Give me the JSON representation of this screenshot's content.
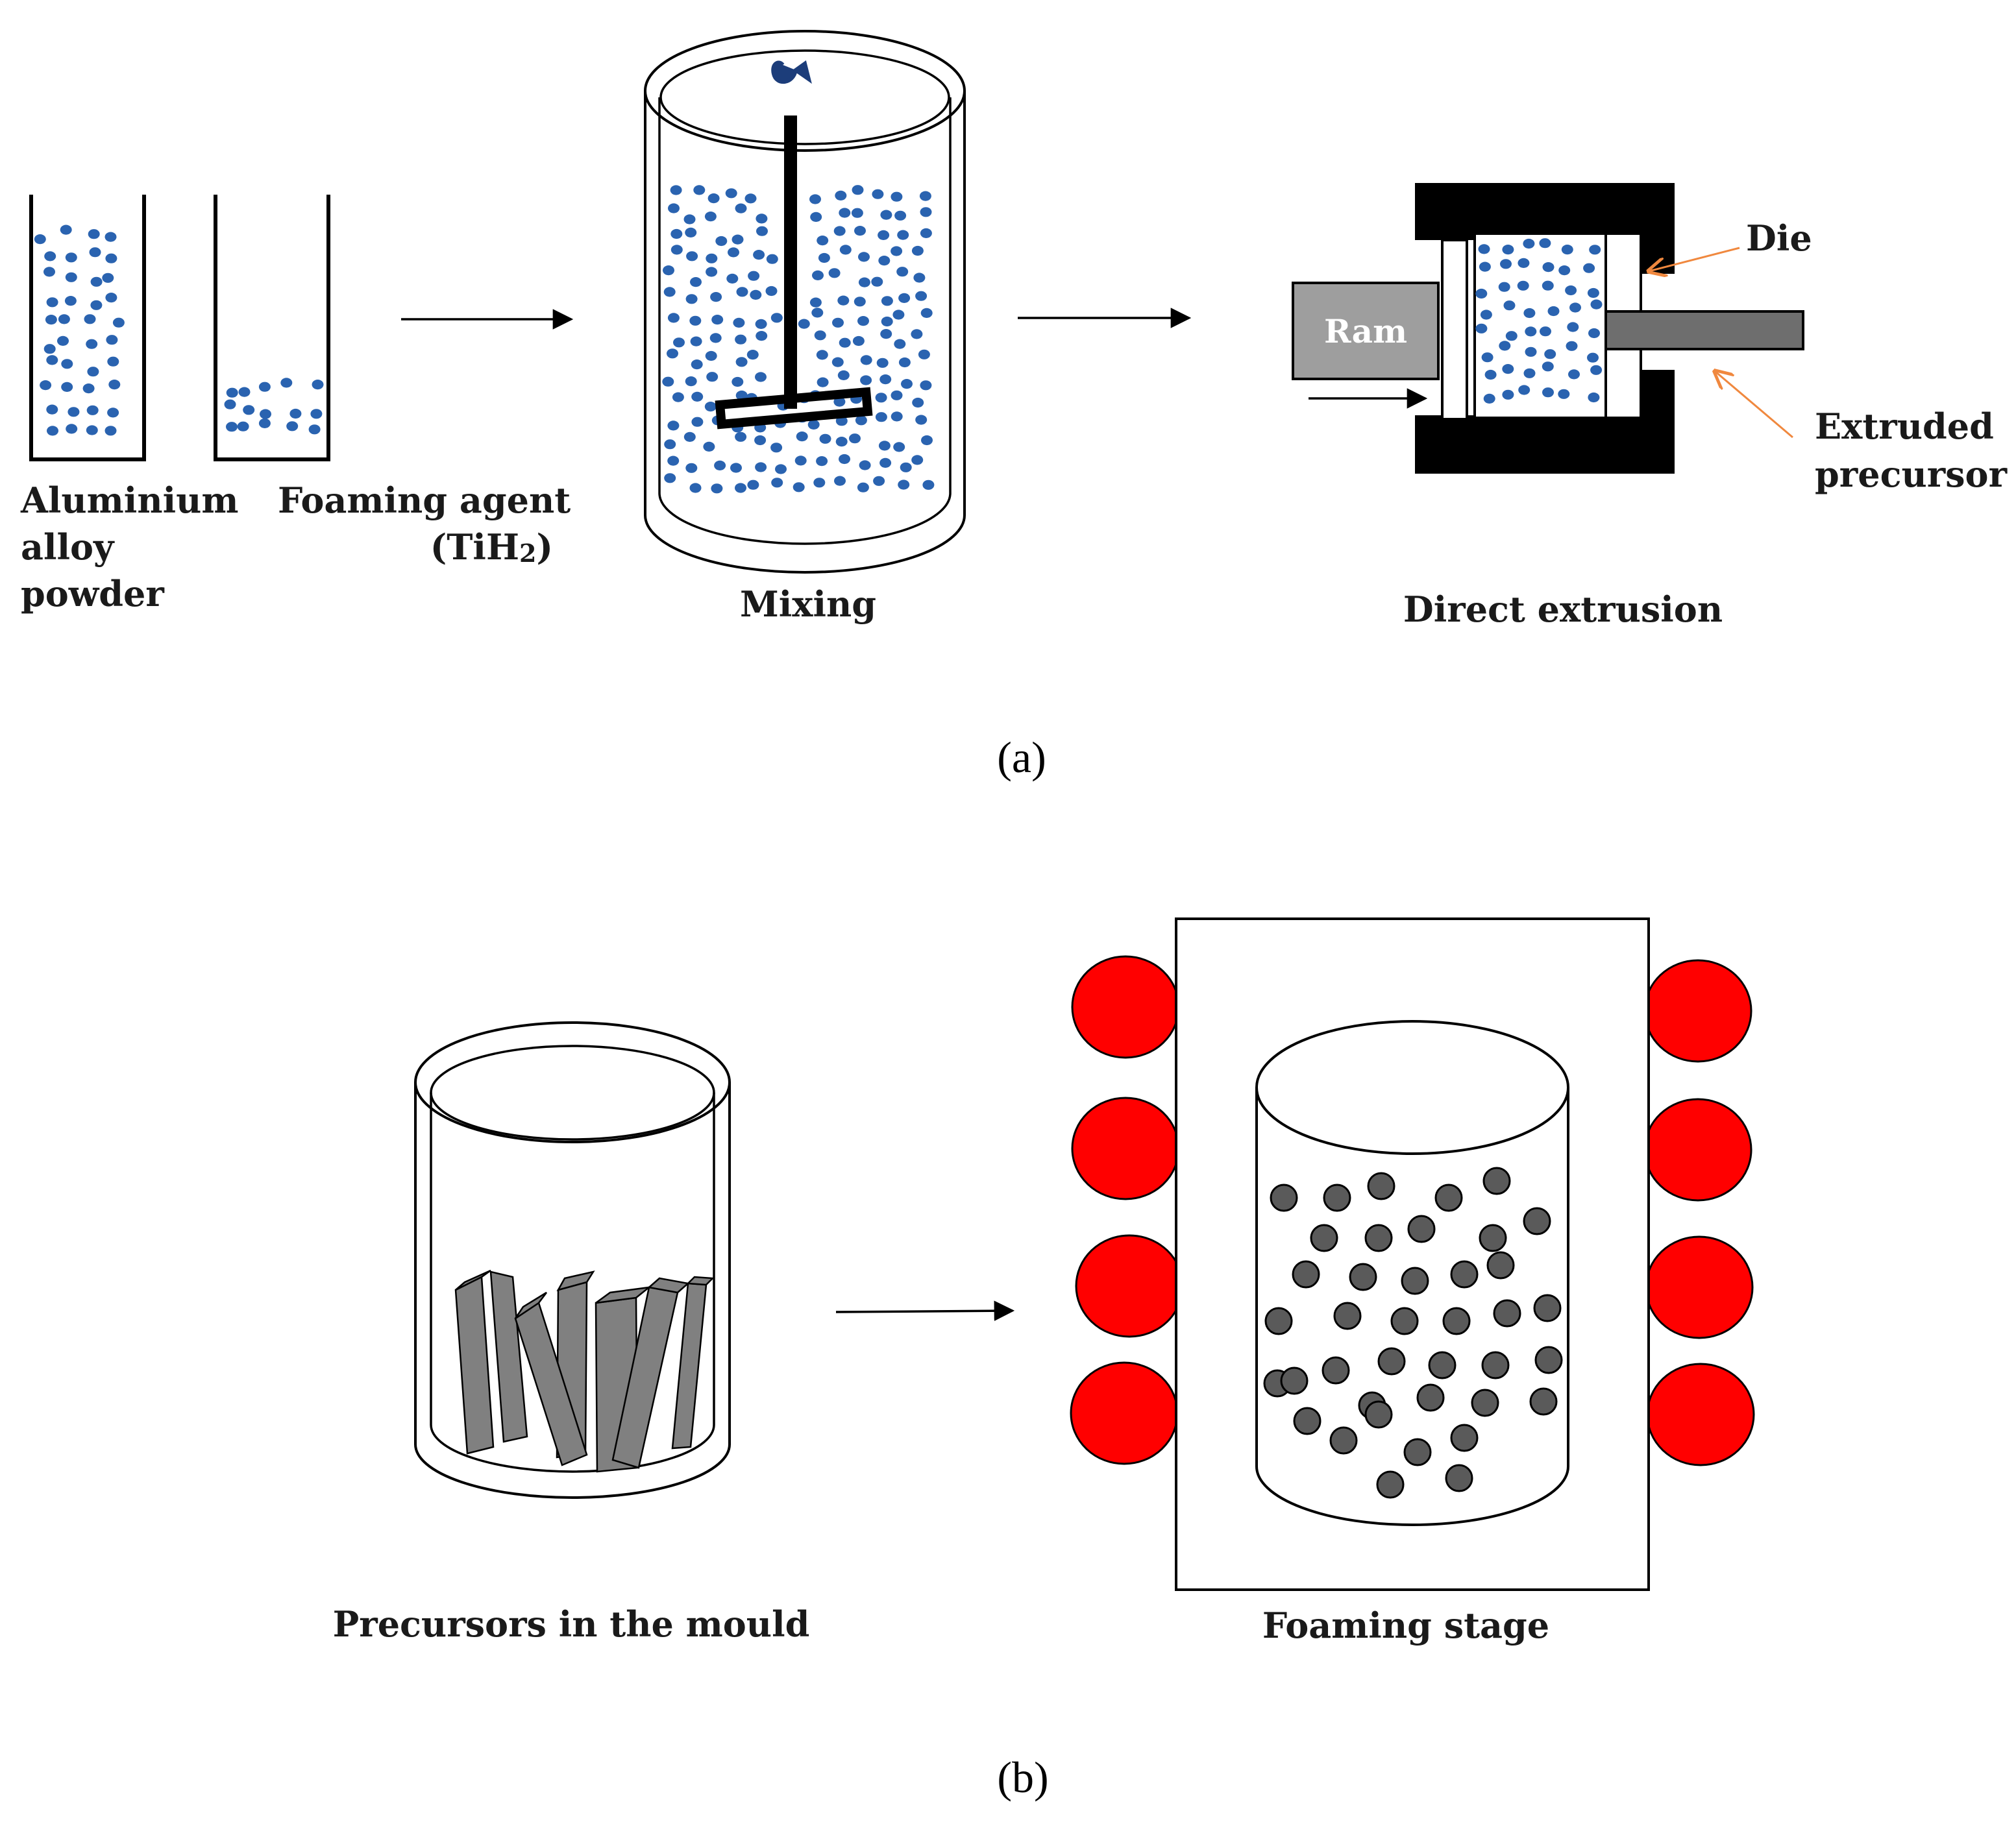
{
  "panel_a": {
    "caption_letter": "a",
    "labels": {
      "powder_line1": "Aluminium",
      "powder_line2": "alloy",
      "powder_line3": "powder",
      "agent_line1": "Foaming agent",
      "agent_line2": "(TiH",
      "agent_sub": "2",
      "agent_close": ")",
      "mixing": "Mixing",
      "ram": "Ram",
      "die": "Die",
      "extruded_line1": "Extruded",
      "extruded_line2": "precursor",
      "direct_extrusion": "Direct extrusion"
    }
  },
  "panel_b": {
    "caption_letter": "b",
    "labels": {
      "precursors": "Precursors in the mould",
      "foaming": "Foaming stage"
    }
  },
  "colors": {
    "particle_blue": "#2a63b0",
    "heater_red": "#ff0000",
    "bubble_gray": "#5a5a5a",
    "bar_gray": "#808080",
    "ram_gray": "#9e9e9e",
    "leader_orange": "#f0883e"
  }
}
